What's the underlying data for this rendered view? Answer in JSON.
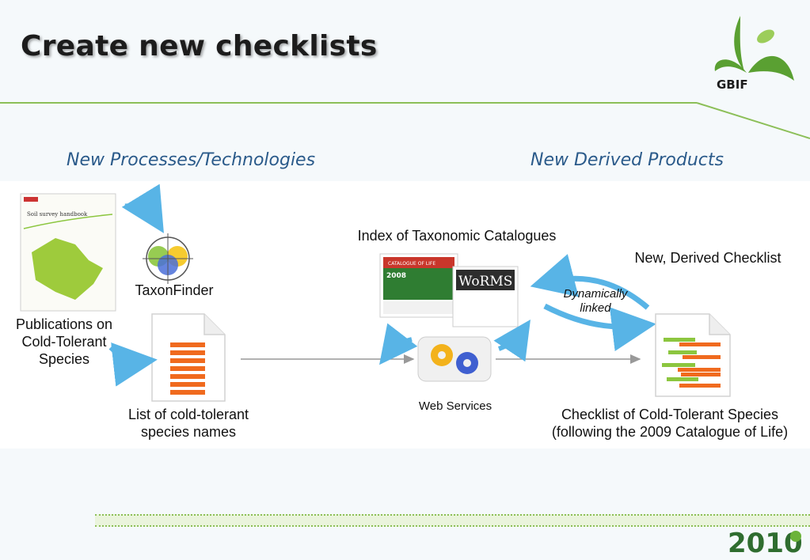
{
  "slide": {
    "title": "Create new checklists",
    "logo_text": "GBIF",
    "subtitle_left": "New Processes/Technologies",
    "subtitle_right": "New Derived Products"
  },
  "diagram": {
    "publications_label_lines": [
      "Publications on",
      "Cold-Tolerant",
      "Species"
    ],
    "handbook_title": "Soil survey handbook",
    "taxonfinder_label": "TaxonFinder",
    "list_label_lines": [
      "List of cold-tolerant",
      "species names"
    ],
    "index_label": "Index of Taxonomic Catalogues",
    "catalogue_of_life_text": "CATALOGUE OF LIFE",
    "catalogue_year": "2008",
    "worms_text": "WoRMS",
    "web_services_label": "Web Services",
    "dynamically_linked_lines": [
      "Dynamically",
      "linked"
    ],
    "derived_checklist_label": "New, Derived Checklist",
    "checklist_label_lines": [
      "Checklist of Cold-Tolerant Species",
      "(following the 2009 Catalogue of Life)"
    ]
  },
  "footer": {
    "year_logo_text": "2010"
  },
  "colors": {
    "accent_green": "#8cbf58",
    "subtitle_blue": "#2a5a8a",
    "arrow_blue": "#58b4e6",
    "list_orange": "#f06a1e",
    "list_green": "#8cc63f"
  }
}
